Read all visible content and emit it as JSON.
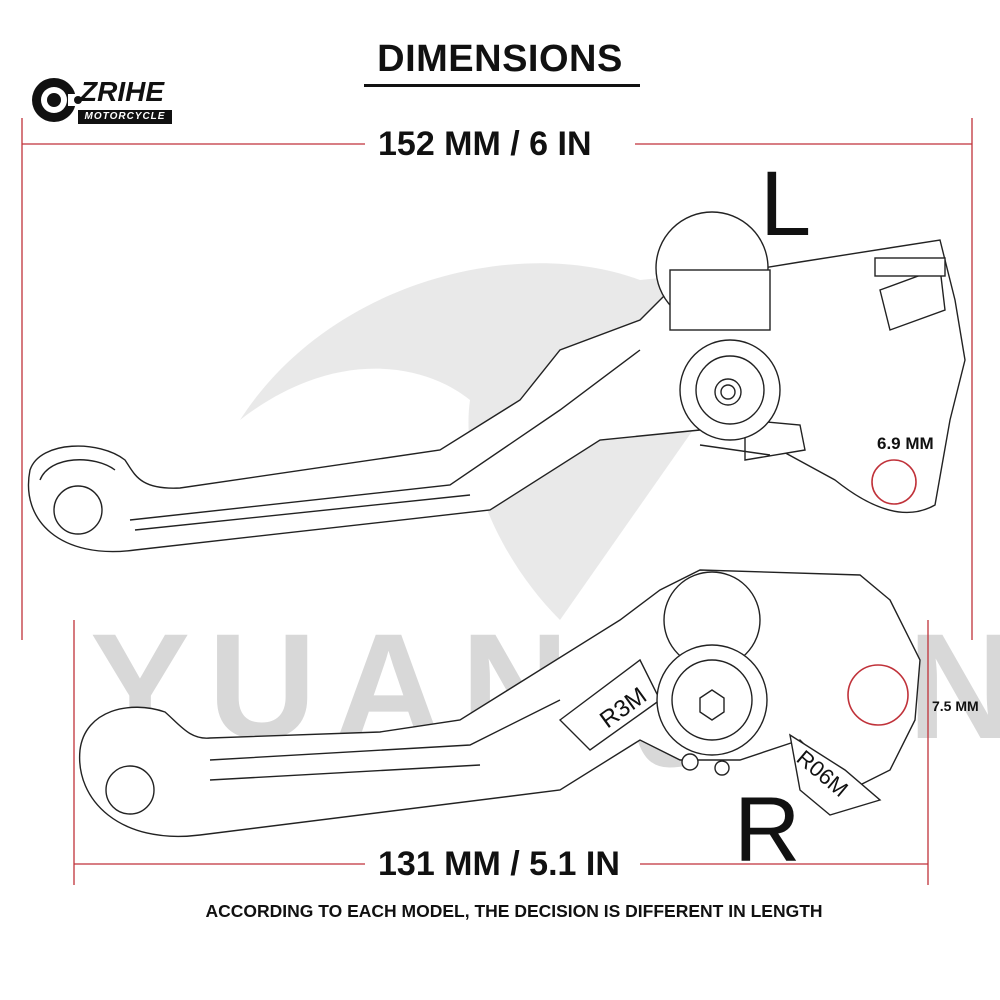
{
  "title": "DIMENSIONS",
  "brand": {
    "name": "ZRIHE",
    "tagline": "MOTORCYCLE"
  },
  "watermark": "YUANQIAN",
  "dimensions": {
    "top_length": "152 MM / 6 IN",
    "bottom_length": "131 MM / 5.1 IN",
    "left_hole": "6.9 MM",
    "right_hole": "7.5 MM"
  },
  "lever_labels": {
    "left": "L",
    "right": "R"
  },
  "part_markings": {
    "upper": "R3M",
    "lower": "R06M"
  },
  "footnote": "ACCORDING TO EACH MODEL, THE DECISION IS DIFFERENT IN LENGTH",
  "colors": {
    "dimension_line": "#c0323a",
    "outline": "#222222",
    "watermark": "#d8d8d8"
  }
}
